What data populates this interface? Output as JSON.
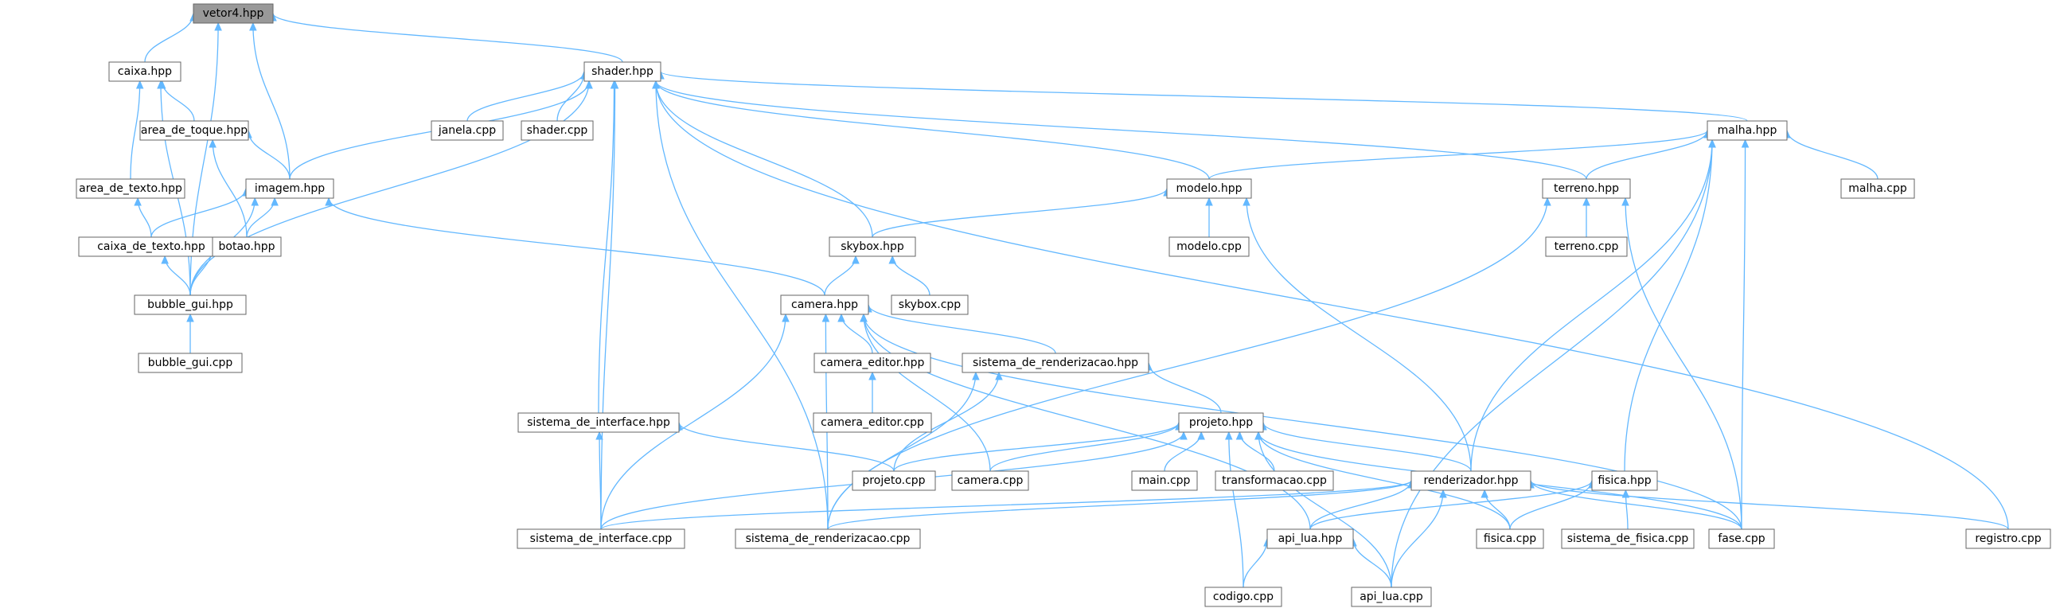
{
  "graph": {
    "root": "vetor4",
    "nodes": [
      {
        "id": "vetor4",
        "label": "vetor4.hpp"
      },
      {
        "id": "caixa",
        "label": "caixa.hpp"
      },
      {
        "id": "shader",
        "label": "shader.hpp"
      },
      {
        "id": "area_de_toque",
        "label": "area_de_toque.hpp"
      },
      {
        "id": "janela_cpp",
        "label": "janela.cpp"
      },
      {
        "id": "shader_cpp",
        "label": "shader.cpp"
      },
      {
        "id": "malha",
        "label": "malha.hpp"
      },
      {
        "id": "area_de_texto",
        "label": "area_de_texto.hpp"
      },
      {
        "id": "imagem",
        "label": "imagem.hpp"
      },
      {
        "id": "modelo",
        "label": "modelo.hpp"
      },
      {
        "id": "terreno",
        "label": "terreno.hpp"
      },
      {
        "id": "malha_cpp",
        "label": "malha.cpp"
      },
      {
        "id": "caixa_de_texto",
        "label": "caixa_de_texto.hpp"
      },
      {
        "id": "botao",
        "label": "botao.hpp"
      },
      {
        "id": "skybox",
        "label": "skybox.hpp"
      },
      {
        "id": "modelo_cpp",
        "label": "modelo.cpp"
      },
      {
        "id": "terreno_cpp",
        "label": "terreno.cpp"
      },
      {
        "id": "bubble_gui",
        "label": "bubble_gui.hpp"
      },
      {
        "id": "camera",
        "label": "camera.hpp"
      },
      {
        "id": "skybox_cpp",
        "label": "skybox.cpp"
      },
      {
        "id": "bubble_gui_cpp",
        "label": "bubble_gui.cpp"
      },
      {
        "id": "camera_editor",
        "label": "camera_editor.hpp"
      },
      {
        "id": "sistema_de_renderizacao",
        "label": "sistema_de_renderizacao.hpp"
      },
      {
        "id": "camera_editor_cpp",
        "label": "camera_editor.cpp"
      },
      {
        "id": "sistema_de_interface",
        "label": "sistema_de_interface.hpp"
      },
      {
        "id": "projeto",
        "label": "projeto.hpp"
      },
      {
        "id": "projeto_cpp",
        "label": "projeto.cpp"
      },
      {
        "id": "camera_cpp",
        "label": "camera.cpp"
      },
      {
        "id": "main_cpp",
        "label": "main.cpp"
      },
      {
        "id": "transformacao_cpp",
        "label": "transformacao.cpp"
      },
      {
        "id": "renderizador",
        "label": "renderizador.hpp"
      },
      {
        "id": "fisica",
        "label": "fisica.hpp"
      },
      {
        "id": "sistema_de_interface_cpp",
        "label": "sistema_de_interface.cpp"
      },
      {
        "id": "sistema_de_renderizacao_cpp",
        "label": "sistema_de_renderizacao.cpp"
      },
      {
        "id": "api_lua",
        "label": "api_lua.hpp"
      },
      {
        "id": "fisica_cpp",
        "label": "fisica.cpp"
      },
      {
        "id": "sistema_de_fisica_cpp",
        "label": "sistema_de_fisica.cpp"
      },
      {
        "id": "fase_cpp",
        "label": "fase.cpp"
      },
      {
        "id": "registro_cpp",
        "label": "registro.cpp"
      },
      {
        "id": "codigo_cpp",
        "label": "codigo.cpp"
      },
      {
        "id": "api_lua_cpp",
        "label": "api_lua.cpp"
      }
    ],
    "edges": [
      [
        "caixa",
        "vetor4"
      ],
      [
        "shader",
        "vetor4"
      ],
      [
        "imagem",
        "vetor4"
      ],
      [
        "bubble_gui",
        "vetor4"
      ],
      [
        "area_de_toque",
        "caixa"
      ],
      [
        "area_de_texto",
        "caixa"
      ],
      [
        "bubble_gui",
        "caixa"
      ],
      [
        "janela_cpp",
        "shader"
      ],
      [
        "shader_cpp",
        "shader"
      ],
      [
        "malha",
        "shader"
      ],
      [
        "imagem",
        "shader"
      ],
      [
        "modelo",
        "shader"
      ],
      [
        "terreno",
        "shader"
      ],
      [
        "skybox",
        "shader"
      ],
      [
        "bubble_gui",
        "shader"
      ],
      [
        "sistema_de_interface",
        "shader"
      ],
      [
        "sistema_de_interface_cpp",
        "shader"
      ],
      [
        "sistema_de_renderizacao_cpp",
        "shader"
      ],
      [
        "registro_cpp",
        "shader"
      ],
      [
        "imagem",
        "area_de_toque"
      ],
      [
        "botao",
        "area_de_toque"
      ],
      [
        "modelo",
        "malha"
      ],
      [
        "terreno",
        "malha"
      ],
      [
        "malha_cpp",
        "malha"
      ],
      [
        "renderizador",
        "malha"
      ],
      [
        "fisica",
        "malha"
      ],
      [
        "fase_cpp",
        "malha"
      ],
      [
        "api_lua_cpp",
        "malha"
      ],
      [
        "caixa_de_texto",
        "area_de_texto"
      ],
      [
        "caixa_de_texto",
        "imagem"
      ],
      [
        "botao",
        "imagem"
      ],
      [
        "bubble_gui",
        "imagem"
      ],
      [
        "camera",
        "imagem"
      ],
      [
        "skybox",
        "modelo"
      ],
      [
        "modelo_cpp",
        "modelo"
      ],
      [
        "renderizador",
        "modelo"
      ],
      [
        "terreno_cpp",
        "terreno"
      ],
      [
        "sistema_de_renderizacao_cpp",
        "terreno"
      ],
      [
        "fase_cpp",
        "terreno"
      ],
      [
        "bubble_gui",
        "caixa_de_texto"
      ],
      [
        "bubble_gui",
        "botao"
      ],
      [
        "camera",
        "skybox"
      ],
      [
        "skybox_cpp",
        "skybox"
      ],
      [
        "bubble_gui_cpp",
        "bubble_gui"
      ],
      [
        "camera_editor",
        "camera"
      ],
      [
        "sistema_de_renderizacao",
        "camera"
      ],
      [
        "camera_cpp",
        "camera"
      ],
      [
        "sistema_de_interface_cpp",
        "camera"
      ],
      [
        "sistema_de_renderizacao_cpp",
        "camera"
      ],
      [
        "api_lua",
        "camera"
      ],
      [
        "fase_cpp",
        "camera"
      ],
      [
        "camera_editor_cpp",
        "camera_editor"
      ],
      [
        "projeto",
        "sistema_de_renderizacao"
      ],
      [
        "projeto_cpp",
        "sistema_de_renderizacao"
      ],
      [
        "sistema_de_renderizacao_cpp",
        "sistema_de_renderizacao"
      ],
      [
        "sistema_de_interface_cpp",
        "sistema_de_interface"
      ],
      [
        "projeto_cpp",
        "sistema_de_interface"
      ],
      [
        "projeto_cpp",
        "projeto"
      ],
      [
        "camera_cpp",
        "projeto"
      ],
      [
        "main_cpp",
        "projeto"
      ],
      [
        "transformacao_cpp",
        "projeto"
      ],
      [
        "renderizador",
        "projeto"
      ],
      [
        "sistema_de_interface_cpp",
        "projeto"
      ],
      [
        "fisica_cpp",
        "projeto"
      ],
      [
        "fase_cpp",
        "projeto"
      ],
      [
        "codigo_cpp",
        "projeto"
      ],
      [
        "api_lua_cpp",
        "projeto"
      ],
      [
        "sistema_de_interface_cpp",
        "renderizador"
      ],
      [
        "sistema_de_renderizacao_cpp",
        "renderizador"
      ],
      [
        "api_lua",
        "renderizador"
      ],
      [
        "fisica_cpp",
        "renderizador"
      ],
      [
        "fase_cpp",
        "renderizador"
      ],
      [
        "registro_cpp",
        "renderizador"
      ],
      [
        "api_lua_cpp",
        "renderizador"
      ],
      [
        "api_lua",
        "fisica"
      ],
      [
        "fisica_cpp",
        "fisica"
      ],
      [
        "sistema_de_fisica_cpp",
        "fisica"
      ],
      [
        "codigo_cpp",
        "api_lua"
      ],
      [
        "api_lua_cpp",
        "api_lua"
      ]
    ]
  }
}
